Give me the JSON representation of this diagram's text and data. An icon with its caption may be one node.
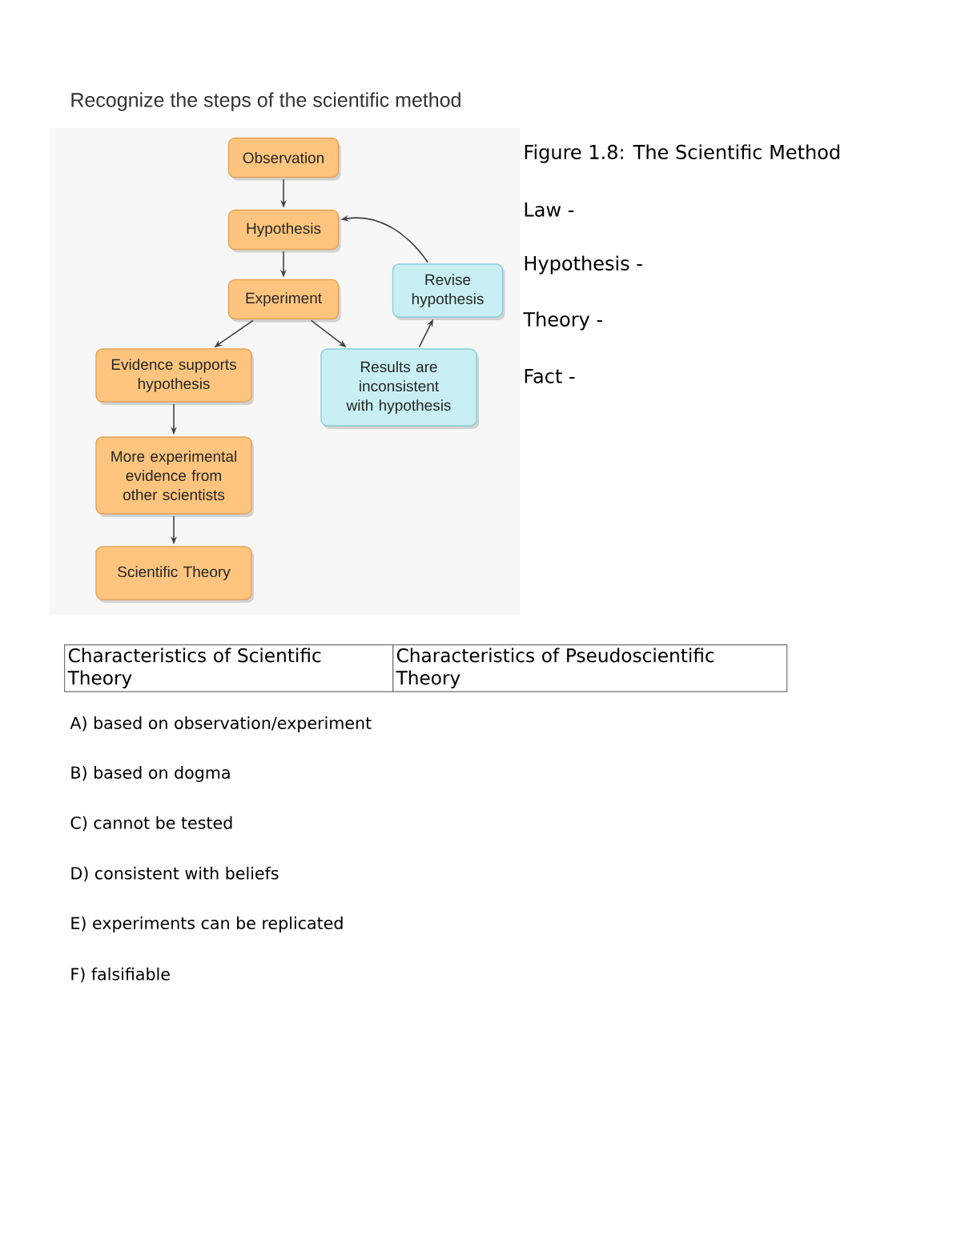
{
  "diagram": {
    "title": "Recognize the steps of the scientific method",
    "nodes": [
      {
        "text": [
          "Observation"
        ]
      },
      {
        "text": [
          "Hypothesis"
        ]
      },
      {
        "text": [
          "Experiment"
        ]
      },
      {
        "text": [
          "Revise hypothesis"
        ]
      },
      {
        "text": [
          "Evidence supports hypothesis"
        ]
      },
      {
        "text": [
          "Results are inconsistent with hypothesis"
        ]
      },
      {
        "text": [
          "More experimental evidence from other scientists"
        ]
      },
      {
        "text": [
          "Scientific Theory"
        ]
      }
    ],
    "edges": [
      {
        "from": 0,
        "to": 1,
        "arrow": "to"
      },
      {
        "from": 1,
        "to": 2,
        "arrow": "to"
      },
      {
        "from": 2,
        "to": 4,
        "arrow": "to"
      },
      {
        "from": 2,
        "to": 5,
        "arrow": "to"
      },
      {
        "from": 5,
        "to": 3,
        "arrow": "to"
      },
      {
        "from": 3,
        "to": 1,
        "arrow": "to"
      },
      {
        "from": 4,
        "to": 6,
        "arrow": "to"
      },
      {
        "from": 6,
        "to": 7,
        "arrow": "to"
      }
    ],
    "labels": [
      "Figure 1.8:  The Scientific Method",
      "Law -",
      "Hypothesis -",
      "Theory -",
      "Fact -",
      "Characteristics of Scientific Theory",
      "Characteristics of Pseudoscientific Theory",
      "A) based on observation/experiment",
      "B) based on dogma",
      "C) cannot be tested",
      "D) consistent with beliefs",
      "E) experiments can be replicated",
      "F) falsifiable"
    ]
  }
}
